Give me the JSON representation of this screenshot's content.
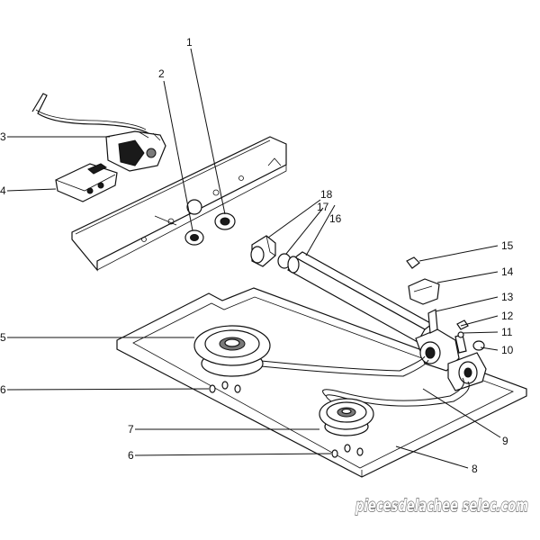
{
  "diagram": {
    "callouts": [
      {
        "id": "c1",
        "label": "1"
      },
      {
        "id": "c2",
        "label": "2"
      },
      {
        "id": "c3",
        "label": "3"
      },
      {
        "id": "c4",
        "label": "4"
      },
      {
        "id": "c5",
        "label": "5"
      },
      {
        "id": "c6a",
        "label": "6"
      },
      {
        "id": "c6b",
        "label": "6"
      },
      {
        "id": "c7",
        "label": "7"
      },
      {
        "id": "c8",
        "label": "8"
      },
      {
        "id": "c9",
        "label": "9"
      },
      {
        "id": "c10",
        "label": "10"
      },
      {
        "id": "c11",
        "label": "11"
      },
      {
        "id": "c12",
        "label": "12"
      },
      {
        "id": "c13",
        "label": "13"
      },
      {
        "id": "c14",
        "label": "14"
      },
      {
        "id": "c15",
        "label": "15"
      },
      {
        "id": "c16",
        "label": "16"
      },
      {
        "id": "c17",
        "label": "17"
      },
      {
        "id": "c18",
        "label": "18"
      }
    ]
  },
  "watermark": {
    "text": "piecesdelachee selec.com"
  }
}
